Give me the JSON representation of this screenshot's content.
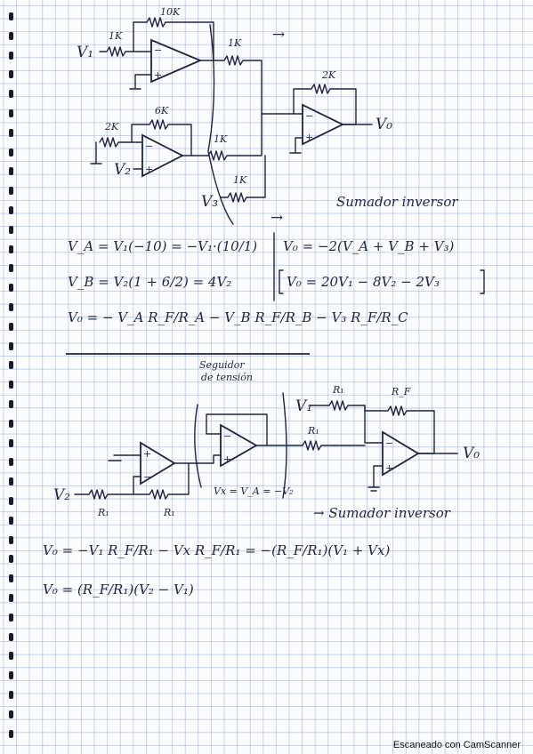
{
  "circuit1": {
    "input_v1": "V₁",
    "r_in_1": "1K",
    "r_fb_1": "10K",
    "r_out_1": "1K",
    "r_in_2": "2K",
    "r_fb_2": "6K",
    "input_v2": "V₂",
    "r_out_2": "1K",
    "input_v3": "V₃",
    "r_out_3": "1K",
    "r_fb_sum": "2K",
    "output": "V₀",
    "arrow_label": "→",
    "caption": "Sumador inversor"
  },
  "equations1": {
    "va": "V_A = V₁(−10) = −V₁·(10/1)",
    "vb": "V_B = V₂(1 + 6/2) = 4V₂",
    "vo_general": "V₀ = − V_A R_F/R_A − V_B R_F/R_B − V₃ R_F/R_C",
    "vo_sum": "V₀ = −2(V_A + V_B + V₃)",
    "vo_result": "V₀ = 20V₁ − 8V₂ − 2V₃"
  },
  "circuit2": {
    "caption_follower_1": "Seguidor",
    "caption_follower_2": "de tensión",
    "input_v1": "V₁",
    "r1_a": "R₁",
    "rf": "R_F",
    "r1_b": "R₁",
    "input_v2": "V₂",
    "r1_c": "R₁",
    "r1_d": "R₁",
    "vx_eq": "Vx = V_A = −V₂",
    "output": "V₀",
    "caption_sum": "→ Sumador inversor"
  },
  "equations2": {
    "vo_line1": "V₀ = −V₁ R_F/R₁ − Vx R_F/R₁ = −(R_F/R₁)(V₁ + Vx)",
    "vo_line2": "V₀ = (R_F/R₁)(V₂ − V₁)"
  },
  "footer": {
    "scanner": "Escaneado con CamScanner"
  }
}
